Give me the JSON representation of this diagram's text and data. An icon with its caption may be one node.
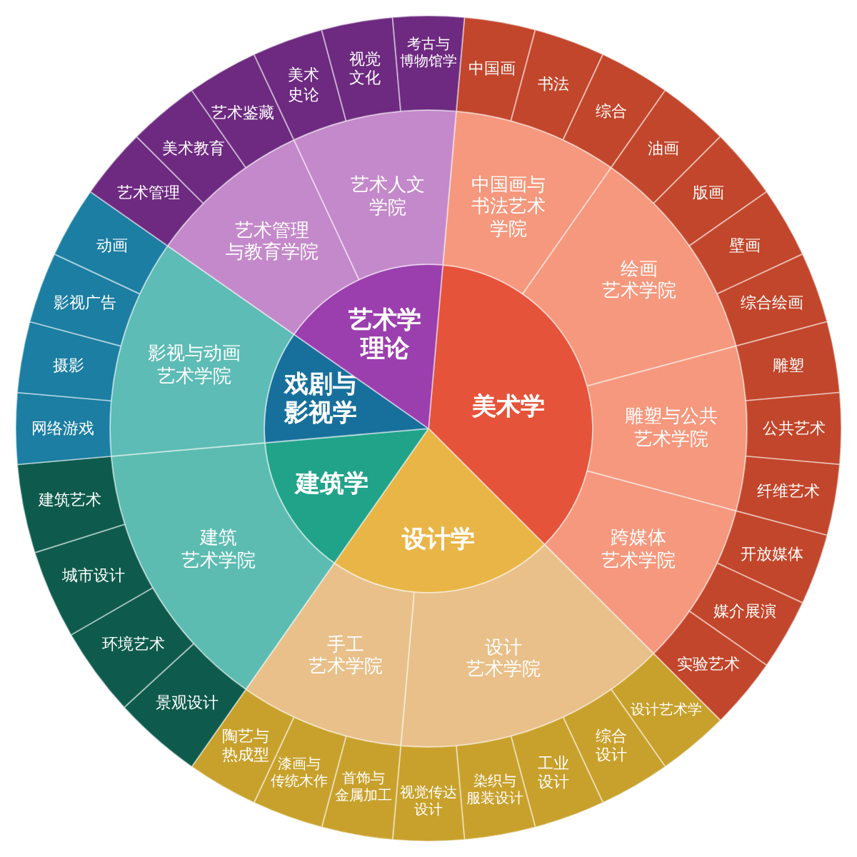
{
  "diagram": {
    "nodes": [
      {
        "text": [
          "美术学"
        ]
      },
      {
        "text": [
          "设计学"
        ]
      },
      {
        "text": [
          "建筑学"
        ]
      },
      {
        "text": [
          "戏剧与影视学"
        ]
      },
      {
        "text": [
          "艺术学理论"
        ]
      },
      {
        "text": [
          "中国画与书法艺术学院"
        ]
      },
      {
        "text": [
          "绘画艺术学院"
        ]
      },
      {
        "text": [
          "雕塑与公共艺术学院"
        ]
      },
      {
        "text": [
          "跨媒体艺术学院"
        ]
      },
      {
        "text": [
          "设计艺术学院"
        ]
      },
      {
        "text": [
          "手工艺术学院"
        ]
      },
      {
        "text": [
          "建筑艺术学院"
        ]
      },
      {
        "text": [
          "影视与动画艺术学院"
        ]
      },
      {
        "text": [
          "艺术管理与教育学院"
        ]
      },
      {
        "text": [
          "艺术人文学院"
        ]
      },
      {
        "text": [
          "中国画"
        ]
      },
      {
        "text": [
          "书法"
        ]
      },
      {
        "text": [
          "综合"
        ]
      },
      {
        "text": [
          "油画"
        ]
      },
      {
        "text": [
          "版画"
        ]
      },
      {
        "text": [
          "壁画"
        ]
      },
      {
        "text": [
          "综合绘画"
        ]
      },
      {
        "text": [
          "雕塑"
        ]
      },
      {
        "text": [
          "公共艺术"
        ]
      },
      {
        "text": [
          "纤维艺术"
        ]
      },
      {
        "text": [
          "开放媒体"
        ]
      },
      {
        "text": [
          "媒介展演"
        ]
      },
      {
        "text": [
          "实验艺术"
        ]
      },
      {
        "text": [
          "设计艺术学"
        ]
      },
      {
        "text": [
          "综合设计"
        ]
      },
      {
        "text": [
          "工业设计"
        ]
      },
      {
        "text": [
          "染织与服装设计"
        ]
      },
      {
        "text": [
          "视觉传达设计"
        ]
      },
      {
        "text": [
          "首饰与金属加工"
        ]
      },
      {
        "text": [
          "漆画与传统木作"
        ]
      },
      {
        "text": [
          "陶艺与热成型"
        ]
      },
      {
        "text": [
          "景观设计"
        ]
      },
      {
        "text": [
          "环境艺术"
        ]
      },
      {
        "text": [
          "城市设计"
        ]
      },
      {
        "text": [
          "建筑艺术"
        ]
      },
      {
        "text": [
          "网络游戏"
        ]
      },
      {
        "text": [
          "摄影"
        ]
      },
      {
        "text": [
          "影视广告"
        ]
      },
      {
        "text": [
          "动画"
        ]
      },
      {
        "text": [
          "艺术管理"
        ]
      },
      {
        "text": [
          "美术教育"
        ]
      },
      {
        "text": [
          "艺术鉴藏"
        ]
      },
      {
        "text": [
          "美术史论"
        ]
      },
      {
        "text": [
          "视觉文化"
        ]
      },
      {
        "text": [
          "考古与博物馆学"
        ]
      }
    ]
  }
}
